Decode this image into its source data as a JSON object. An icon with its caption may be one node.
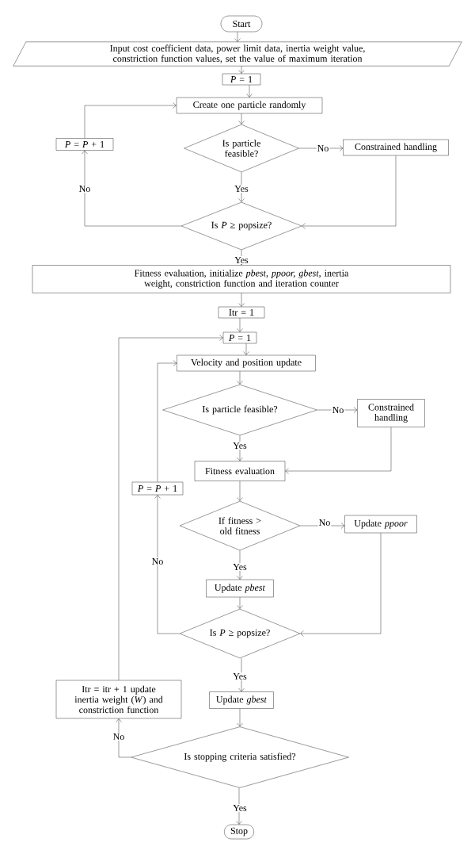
{
  "diagram": {
    "nodes": [
      {
        "text": [
          "Start"
        ]
      },
      {
        "text": [
          "Input cost coefficient data, power limit data, inertia weight value, constriction function values, set the value of maximum iteration"
        ]
      },
      {
        "text": [
          "*P* = 1"
        ]
      },
      {
        "text": [
          "Create one particle randomly"
        ]
      },
      {
        "text": [
          "Is particle feasible?"
        ]
      },
      {
        "text": [
          "Constrained handling"
        ]
      },
      {
        "text": [
          "*P* = *P* + 1"
        ]
      },
      {
        "text": [
          "Is *P* ≥ popsize?"
        ]
      },
      {
        "text": [
          "Fitness evaluation, initialize *pbest*, *ppoor, gbest*, inertia weight, constriction function and iteration counter"
        ]
      },
      {
        "text": [
          "Itr = 1"
        ]
      },
      {
        "text": [
          "*P* = 1"
        ]
      },
      {
        "text": [
          "Velocity and position update"
        ]
      },
      {
        "text": [
          "Is particle feasible?"
        ]
      },
      {
        "text": [
          "Constrained handling"
        ]
      },
      {
        "text": [
          "Fitness evaluation"
        ]
      },
      {
        "text": [
          "*P* = *P* + 1"
        ]
      },
      {
        "text": [
          "If fitness > old fitness"
        ]
      },
      {
        "text": [
          "Update *ppoor*"
        ]
      },
      {
        "text": [
          "Update *pbest*"
        ]
      },
      {
        "text": [
          "Is *P* ≥ popsize?"
        ]
      },
      {
        "text": [
          "Update *gbest*"
        ]
      },
      {
        "text": [
          "Itr = itr + 1 update inertia weight (*W*) and constriction function"
        ]
      },
      {
        "text": [
          "Is stopping criteria satisfied?"
        ]
      },
      {
        "text": [
          "Stop"
        ]
      }
    ],
    "edges": [
      {
        "from": 0,
        "to": 1,
        "arrow": "to"
      },
      {
        "from": 1,
        "to": 2,
        "arrow": "to"
      },
      {
        "from": 2,
        "to": 3,
        "arrow": "to"
      },
      {
        "from": 3,
        "to": 4,
        "arrow": "to"
      },
      {
        "from": 4,
        "to": 5,
        "arrow": "to",
        "label": "No"
      },
      {
        "from": 4,
        "to": 7,
        "arrow": "to",
        "label": "Yes"
      },
      {
        "from": 5,
        "to": 7,
        "arrow": "to"
      },
      {
        "from": 7,
        "to": 6,
        "arrow": "to",
        "label": "No"
      },
      {
        "from": 6,
        "to": 3,
        "arrow": "to"
      },
      {
        "from": 7,
        "to": 8,
        "arrow": "to",
        "label": "Yes"
      },
      {
        "from": 8,
        "to": 9,
        "arrow": "to"
      },
      {
        "from": 9,
        "to": 10,
        "arrow": "to"
      },
      {
        "from": 10,
        "to": 11,
        "arrow": "to"
      },
      {
        "from": 11,
        "to": 12,
        "arrow": "to"
      },
      {
        "from": 12,
        "to": 13,
        "arrow": "to",
        "label": "No"
      },
      {
        "from": 12,
        "to": 14,
        "arrow": "to",
        "label": "Yes"
      },
      {
        "from": 13,
        "to": 14,
        "arrow": "to"
      },
      {
        "from": 14,
        "to": 16,
        "arrow": "to"
      },
      {
        "from": 16,
        "to": 17,
        "arrow": "to",
        "label": "No"
      },
      {
        "from": 16,
        "to": 18,
        "arrow": "to",
        "label": "Yes"
      },
      {
        "from": 18,
        "to": 19,
        "arrow": "to"
      },
      {
        "from": 17,
        "to": 19,
        "arrow": "to"
      },
      {
        "from": 19,
        "to": 15,
        "arrow": "to",
        "label": "No"
      },
      {
        "from": 15,
        "to": 11,
        "arrow": "to"
      },
      {
        "from": 19,
        "to": 20,
        "arrow": "to",
        "label": "Yes"
      },
      {
        "from": 20,
        "to": 22,
        "arrow": "to"
      },
      {
        "from": 22,
        "to": 21,
        "arrow": "to",
        "label": "No"
      },
      {
        "from": 21,
        "to": 10,
        "arrow": "to"
      },
      {
        "from": 22,
        "to": 23,
        "arrow": "to",
        "label": "Yes"
      }
    ]
  }
}
